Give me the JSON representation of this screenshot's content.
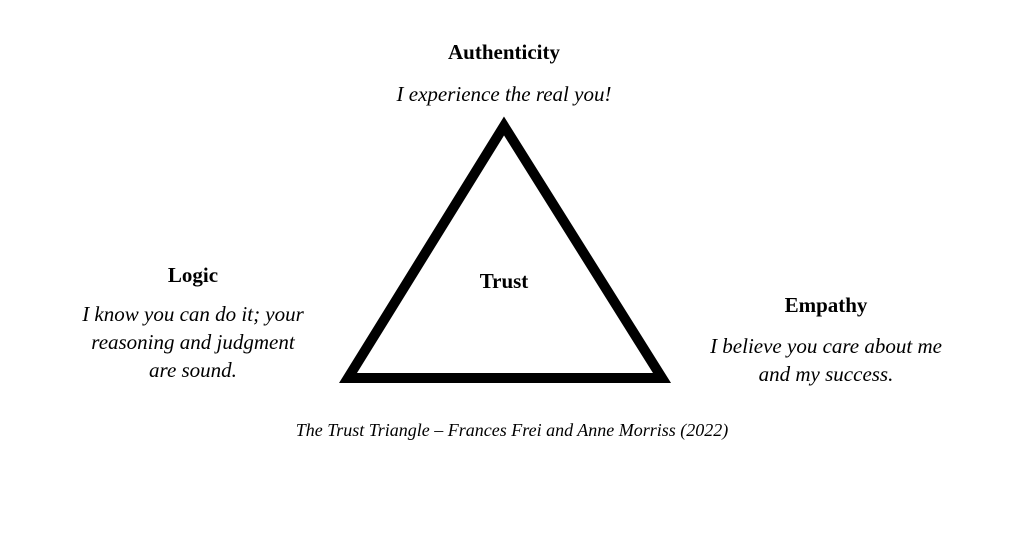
{
  "diagram": {
    "center_label": "Trust",
    "vertices": {
      "top": {
        "title": "Authenticity",
        "lines": [
          "I experience the real you!"
        ]
      },
      "left": {
        "title": "Logic",
        "lines": [
          "I know you can do it; your",
          "reasoning and judgment",
          "are sound."
        ]
      },
      "right": {
        "title": "Empathy",
        "lines": [
          "I believe you care about me",
          "and my success."
        ]
      }
    },
    "caption": "The Trust Triangle – Frances Frei and Anne Morriss (2022)"
  }
}
